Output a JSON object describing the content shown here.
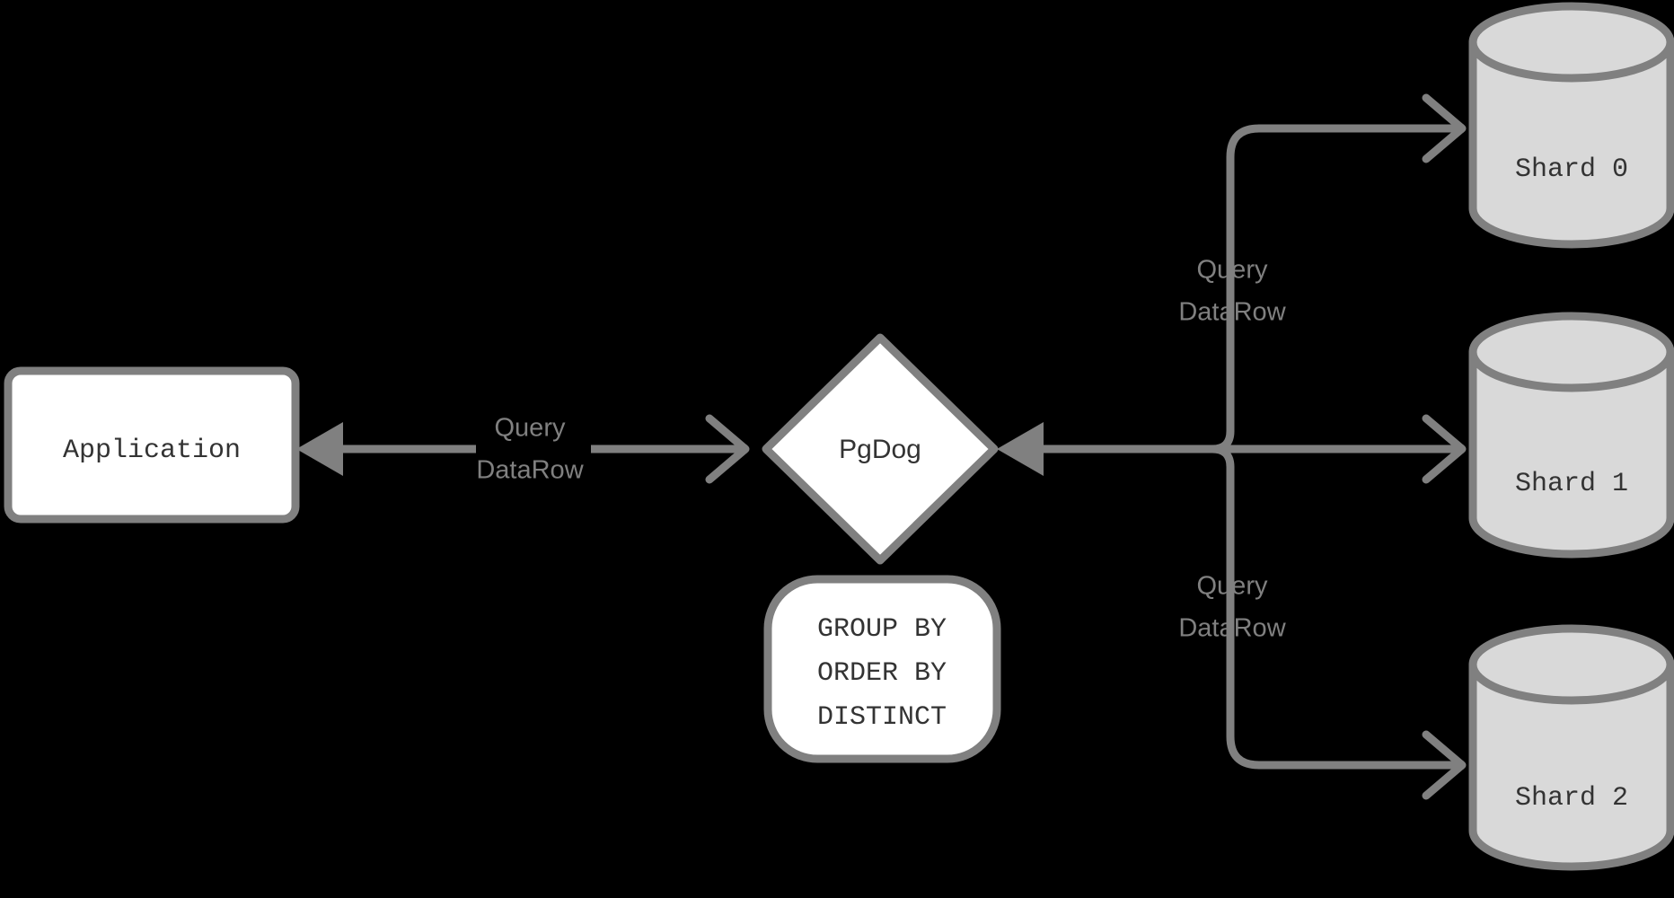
{
  "diagram": {
    "title": "PgDog cross-shard query aggregation",
    "background_color": "#000000",
    "stroke_color": "#808080",
    "node_fill_white": "#ffffff",
    "node_fill_gray": "#d9d9d9",
    "text_color": "#333333",
    "label_color": "#808080"
  },
  "nodes": {
    "application": {
      "label": "Application",
      "shape": "rounded-rectangle",
      "fill": "#ffffff"
    },
    "pgdog": {
      "label": "PgDog",
      "shape": "diamond",
      "fill": "#ffffff"
    },
    "operations": {
      "shape": "rounded-rectangle",
      "fill": "#ffffff",
      "lines": [
        "GROUP BY",
        "ORDER BY",
        "DISTINCT"
      ]
    },
    "shards": [
      {
        "label": "Shard 0",
        "shape": "cylinder",
        "fill": "#d9d9d9"
      },
      {
        "label": "Shard 1",
        "shape": "cylinder",
        "fill": "#d9d9d9"
      },
      {
        "label": "Shard 2",
        "shape": "cylinder",
        "fill": "#d9d9d9"
      }
    ]
  },
  "edges": {
    "app_to_pgdog": {
      "lines": [
        "Query",
        "DataRow"
      ],
      "direction": "bidirectional"
    },
    "pgdog_to_shard0": {
      "lines": [
        "Query",
        "DataRow"
      ],
      "direction": "bidirectional"
    },
    "pgdog_to_shard2": {
      "lines": [
        "Query",
        "DataRow"
      ],
      "direction": "bidirectional"
    }
  }
}
